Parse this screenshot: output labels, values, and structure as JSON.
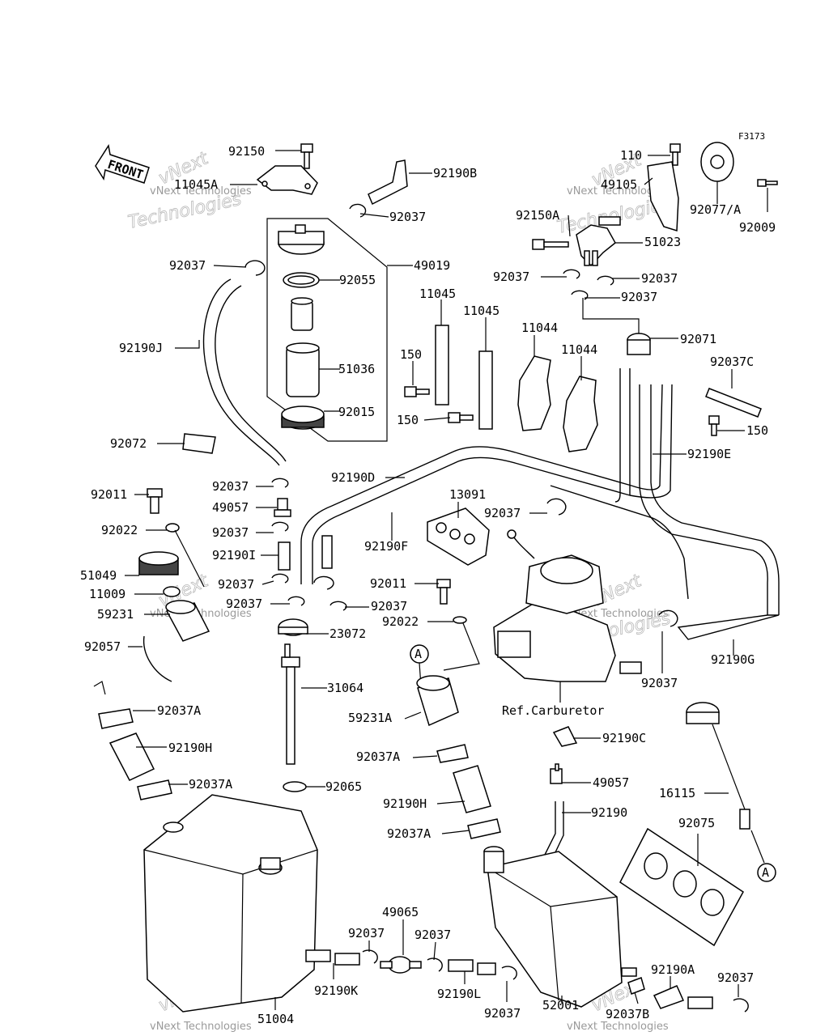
{
  "figure_code": "F3173",
  "front_label": "FRONT",
  "watermark": {
    "brand": "vNext",
    "line": "vNext Technologies",
    "word": "Technologies"
  },
  "callout_marker": "A",
  "ref_text": "Ref.Carburetor",
  "parts": [
    {
      "id": "p01",
      "text": "92150"
    },
    {
      "id": "p02",
      "text": "11045A"
    },
    {
      "id": "p03",
      "text": "92190B"
    },
    {
      "id": "p04",
      "text": "92037"
    },
    {
      "id": "p05",
      "text": "110"
    },
    {
      "id": "p06",
      "text": "49105"
    },
    {
      "id": "p07",
      "text": "92077/A"
    },
    {
      "id": "p08",
      "text": "92009"
    },
    {
      "id": "p09",
      "text": "92150A"
    },
    {
      "id": "p10",
      "text": "51023"
    },
    {
      "id": "p11",
      "text": "92037"
    },
    {
      "id": "p12",
      "text": "49019"
    },
    {
      "id": "p13",
      "text": "92055"
    },
    {
      "id": "p14",
      "text": "92037"
    },
    {
      "id": "p15",
      "text": "92037"
    },
    {
      "id": "p16",
      "text": "92037"
    },
    {
      "id": "p17",
      "text": "11045"
    },
    {
      "id": "p18",
      "text": "11045"
    },
    {
      "id": "p19",
      "text": "11044"
    },
    {
      "id": "p20",
      "text": "92071"
    },
    {
      "id": "p21",
      "text": "92190J"
    },
    {
      "id": "p22",
      "text": "150"
    },
    {
      "id": "p23",
      "text": "11044"
    },
    {
      "id": "p24",
      "text": "51036"
    },
    {
      "id": "p25",
      "text": "92037C"
    },
    {
      "id": "p26",
      "text": "92015"
    },
    {
      "id": "p27",
      "text": "150"
    },
    {
      "id": "p28",
      "text": "150"
    },
    {
      "id": "p29",
      "text": "92072"
    },
    {
      "id": "p30",
      "text": "92190E"
    },
    {
      "id": "p31",
      "text": "92190D"
    },
    {
      "id": "p32",
      "text": "92037"
    },
    {
      "id": "p33",
      "text": "92011"
    },
    {
      "id": "p34",
      "text": "13091"
    },
    {
      "id": "p35",
      "text": "49057"
    },
    {
      "id": "p36",
      "text": "92037"
    },
    {
      "id": "p37",
      "text": "92022"
    },
    {
      "id": "p38",
      "text": "92037"
    },
    {
      "id": "p39",
      "text": "92190F"
    },
    {
      "id": "p40",
      "text": "92190I"
    },
    {
      "id": "p41",
      "text": "51049"
    },
    {
      "id": "p42",
      "text": "92037"
    },
    {
      "id": "p43",
      "text": "92011"
    },
    {
      "id": "p44",
      "text": "11009"
    },
    {
      "id": "p45",
      "text": "92037"
    },
    {
      "id": "p46",
      "text": "92037"
    },
    {
      "id": "p47",
      "text": "59231"
    },
    {
      "id": "p48",
      "text": "23072"
    },
    {
      "id": "p49",
      "text": "92022"
    },
    {
      "id": "p50",
      "text": "92057"
    },
    {
      "id": "p51",
      "text": "92190G"
    },
    {
      "id": "p52",
      "text": "92037"
    },
    {
      "id": "p53",
      "text": "31064"
    },
    {
      "id": "p54",
      "text": "92037A"
    },
    {
      "id": "p55",
      "text": "59231A"
    },
    {
      "id": "p56",
      "text": "92190C"
    },
    {
      "id": "p57",
      "text": "92190H"
    },
    {
      "id": "p58",
      "text": "92037A"
    },
    {
      "id": "p59",
      "text": "92037A"
    },
    {
      "id": "p60",
      "text": "49057"
    },
    {
      "id": "p61",
      "text": "92065"
    },
    {
      "id": "p62",
      "text": "16115"
    },
    {
      "id": "p63",
      "text": "92190H"
    },
    {
      "id": "p64",
      "text": "92190"
    },
    {
      "id": "p65",
      "text": "92037A"
    },
    {
      "id": "p66",
      "text": "92075"
    },
    {
      "id": "p67",
      "text": "49065"
    },
    {
      "id": "p68",
      "text": "92037"
    },
    {
      "id": "p69",
      "text": "92037"
    },
    {
      "id": "p70",
      "text": "92190A"
    },
    {
      "id": "p71",
      "text": "92037"
    },
    {
      "id": "p72",
      "text": "92190K"
    },
    {
      "id": "p73",
      "text": "92190L"
    },
    {
      "id": "p74",
      "text": "52001"
    },
    {
      "id": "p75",
      "text": "92037"
    },
    {
      "id": "p76",
      "text": "92037B"
    },
    {
      "id": "p77",
      "text": "51004"
    }
  ]
}
